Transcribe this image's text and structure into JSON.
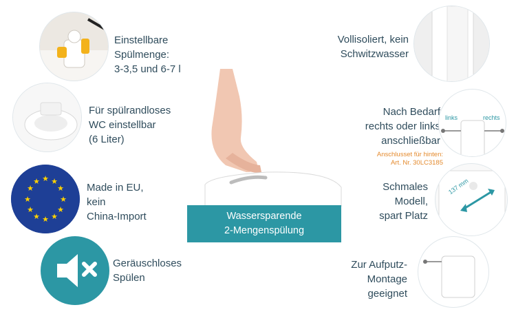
{
  "features_left": [
    {
      "text": "Einstellbare\nSpülmenge:\n3-3,5 und 6-7 l"
    },
    {
      "text": "Für spülrandloses\nWC einstellbar\n(6 Liter)"
    },
    {
      "text": "Made in EU,\nkein\nChina-Import"
    },
    {
      "text": "Geräuschloses\nSpülen"
    }
  ],
  "features_right": [
    {
      "text": "Vollisoliert, kein\nSchwitzwasser"
    },
    {
      "text": "Nach Bedarf\nrechts oder links\nanschließbar"
    },
    {
      "text": "Schmales\nModell,\nspart Platz"
    },
    {
      "text": "Zur Aufputz-\nMontage\ngeeignet"
    }
  ],
  "accessory_note": "Anschlusset für hinten:\nArt. Nr. 30LC3185",
  "side_labels": {
    "left": "links",
    "right": "rechts"
  },
  "dimension_label": "137 mm",
  "center": {
    "line1": "Wassersparende",
    "line2": "2-Mengenspülung"
  },
  "colors": {
    "teal": "#2c97a4",
    "text": "#2f4c5c",
    "orange": "#e48a2d",
    "eu_blue": "#1e3f96",
    "eu_yellow": "#ffd200"
  }
}
